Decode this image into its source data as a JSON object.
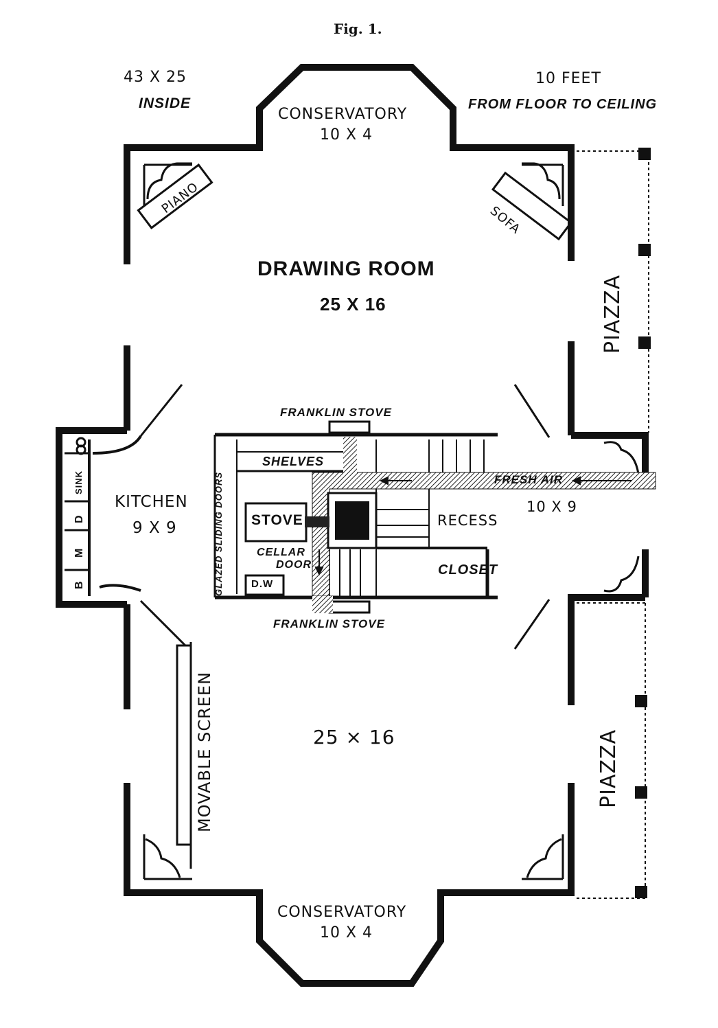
{
  "figure": {
    "caption": "Fig. 1."
  },
  "notes": {
    "size_line1": "43 X 25",
    "size_line2": "INSIDE",
    "height_line1": "10 FEET",
    "height_line2": "FROM FLOOR TO CEILING"
  },
  "rooms": {
    "conservatory_top": {
      "name": "CONSERVATORY",
      "size": "10 X 4"
    },
    "drawing_room": {
      "name": "DRAWING ROOM",
      "size": "25 X 16"
    },
    "kitchen": {
      "name": "KITCHEN",
      "size": "9 X 9"
    },
    "hall": {
      "size": "10 X 9"
    },
    "lower_room": {
      "size": "25 × 16"
    },
    "conservatory_bottom": {
      "name": "CONSERVATORY",
      "size": "10 X 4"
    },
    "piazza_top": "PIAZZA",
    "piazza_bottom": "PIAZZA"
  },
  "fixtures": {
    "piano": "PIANO",
    "sofa": "SOFA",
    "franklin_stove_top": "FRANKLIN STOVE",
    "franklin_stove_bottom": "FRANKLIN STOVE",
    "shelves": "SHELVES",
    "glazed_doors": "GLAZED SLIDING DOORS",
    "stove": "STOVE",
    "cellar_1": "CELLAR",
    "cellar_2": "DOOR",
    "dw": "D.W",
    "recess": "RECESS",
    "closet": "CLOSET",
    "fresh_air": "FRESH AIR",
    "movable_screen": "MOVABLE SCREEN",
    "sink": "SINK",
    "d": "D",
    "m": "M",
    "b": "B"
  }
}
